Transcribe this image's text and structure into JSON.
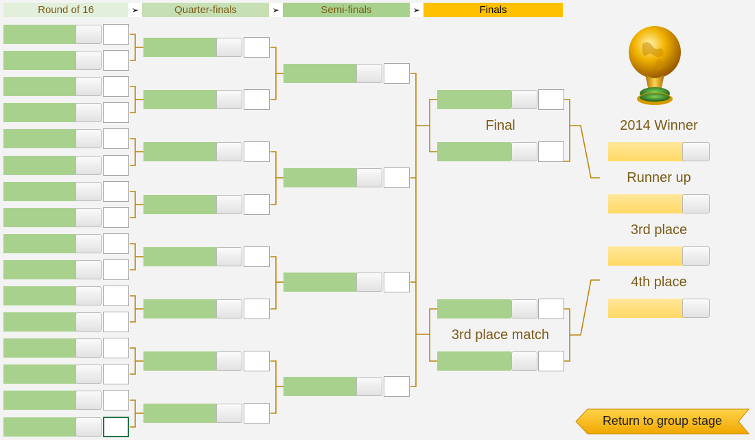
{
  "tabs": [
    {
      "label": "Round of 16",
      "bg": "#e2efda"
    },
    {
      "label": "Quarter-finals",
      "bg": "#c6e0b4"
    },
    {
      "label": "Semi-finals",
      "bg": "#a9d18e"
    },
    {
      "label": "Finals",
      "bg": "#ffc000"
    }
  ],
  "tab_arrow": "➢",
  "labels": {
    "final": "Final",
    "third_match": "3rd place match",
    "winner": "2014 Winner",
    "runner_up": "Runner up",
    "third": "3rd place",
    "fourth": "4th place"
  },
  "return_button": "Return to group stage",
  "colors": {
    "team_bar": "#a9d18e",
    "bracket_line": "#b8860b",
    "label_text": "#7a5a16",
    "placement_bar": "#ffd966",
    "return_button": "#ffc000"
  },
  "icons": {
    "trophy": "trophy-icon"
  }
}
